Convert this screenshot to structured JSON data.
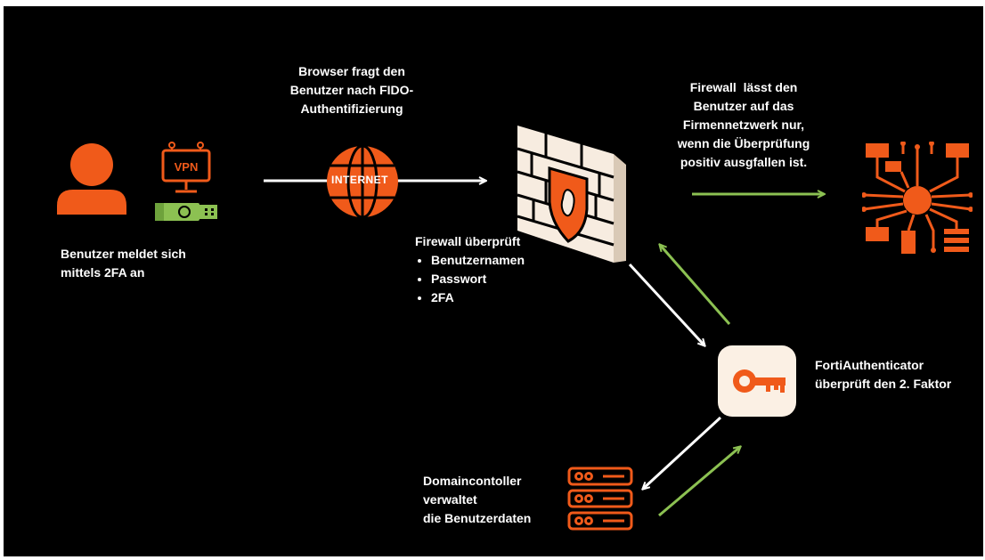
{
  "colors": {
    "background": "#000000",
    "text": "#ffffff",
    "accent_orange": "#f05a1a",
    "arrow_white": "#ffffff",
    "arrow_green": "#8cc152",
    "usb_green": "#8cc152",
    "firewall_cream": "#f7ece0",
    "key_tile": "#fbf0e4"
  },
  "nodes": {
    "user": {
      "icon": "person-icon",
      "caption": [
        "Benutzer meldet sich",
        "mittels 2FA an"
      ]
    },
    "vpn": {
      "icon": "vpn-monitor-icon",
      "text": "VPN"
    },
    "usb": {
      "icon": "usb-key-icon"
    },
    "internet": {
      "icon": "globe-icon",
      "text": "INTERNET",
      "caption": [
        "Browser fragt den",
        "Benutzer nach FIDO-",
        "Authentifizierung"
      ]
    },
    "firewall": {
      "icon": "firewall-shield-icon",
      "caption_title": "Firewall überprüft",
      "checks": [
        "Benutzernamen",
        "Passwort",
        "2FA"
      ]
    },
    "network": {
      "icon": "company-network-icon",
      "caption": [
        "Firewall  lässt den",
        "Benutzer auf das",
        "Firmennetzwerk nur,",
        "wenn die Überprüfung",
        "positiv ausgfallen ist."
      ]
    },
    "authenticator": {
      "icon": "key-icon",
      "caption": [
        "FortiAuthenticator",
        "überprüft den 2. Faktor"
      ]
    },
    "domain_controller": {
      "icon": "server-stack-icon",
      "caption": [
        "Domaincontoller",
        "verwaltet",
        "die Benutzerdaten"
      ]
    }
  },
  "edges": [
    {
      "from": "user",
      "to": "firewall",
      "color": "white"
    },
    {
      "from": "firewall",
      "to": "network",
      "color": "green"
    },
    {
      "from": "firewall",
      "to": "authenticator",
      "color": "white"
    },
    {
      "from": "authenticator",
      "to": "firewall",
      "color": "green"
    },
    {
      "from": "authenticator",
      "to": "domain_controller",
      "color": "white"
    },
    {
      "from": "domain_controller",
      "to": "authenticator",
      "color": "green"
    }
  ]
}
